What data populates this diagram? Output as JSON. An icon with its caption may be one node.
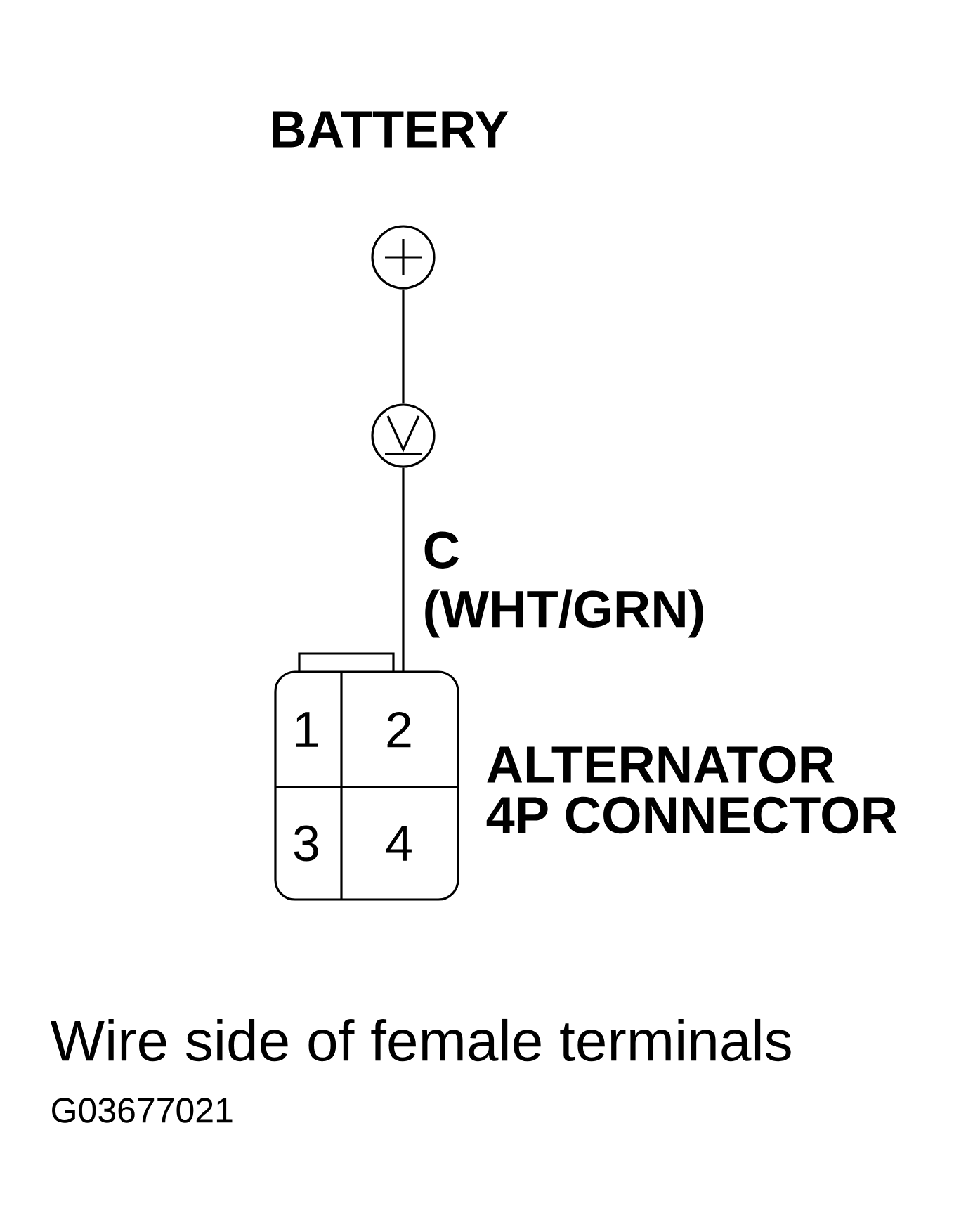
{
  "diagram": {
    "nodes": [
      {
        "text": [],
        "shape": "circle",
        "beside": [
          "BATTERY"
        ]
      },
      {
        "text": [],
        "shape": "circle"
      },
      {
        "text": [],
        "shape": "box",
        "beside": [
          "ALTERNATOR 4P CONNECTOR"
        ]
      },
      {
        "text": [
          "1"
        ],
        "in": 2
      },
      {
        "text": [
          "2"
        ],
        "in": 2
      },
      {
        "text": [
          "3"
        ],
        "in": 2
      },
      {
        "text": [
          "4"
        ],
        "in": 2
      }
    ],
    "edges": [
      {
        "from": 0,
        "to": 1,
        "arrow": "none"
      },
      {
        "from": 1,
        "to": 4,
        "arrow": "none",
        "label": "C (WHT/GRN)"
      }
    ],
    "labels": [
      "Wire side of female terminals",
      "G03677021"
    ]
  }
}
